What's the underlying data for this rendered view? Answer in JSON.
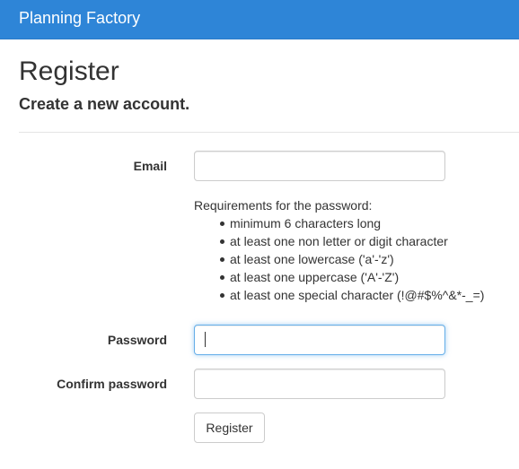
{
  "navbar": {
    "brand": "Planning Factory"
  },
  "page": {
    "title": "Register",
    "subtitle": "Create a new account."
  },
  "form": {
    "email": {
      "label": "Email",
      "value": ""
    },
    "requirements": {
      "heading": "Requirements for the password:",
      "items": [
        "minimum 6 characters long",
        "at least one non letter or digit character",
        "at least one lowercase ('a'-'z')",
        "at least one uppercase ('A'-'Z')",
        "at least one special character (!@#$%^&*-_=)"
      ]
    },
    "password": {
      "label": "Password",
      "value": ""
    },
    "confirm_password": {
      "label": "Confirm password",
      "value": ""
    },
    "submit_label": "Register"
  },
  "colors": {
    "navbar_bg": "#2e85d7",
    "focus_border": "#66afe9"
  }
}
